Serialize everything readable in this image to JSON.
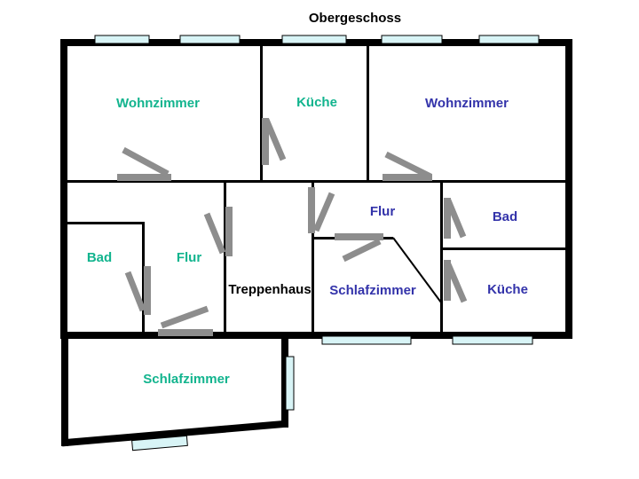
{
  "title": {
    "text": "Obergeschoss",
    "color": "#000000"
  },
  "colors": {
    "wall": "#000000",
    "door_gray": "#8d8d8d",
    "window_fill": "#d8f4f6",
    "label_teal": "#12b48e",
    "label_blue": "#3333aa",
    "label_black": "#000000"
  },
  "rooms": {
    "wohnzimmer_top_left": {
      "label": "Wohnzimmer",
      "color": "#12b48e"
    },
    "kueche_top": {
      "label": "Küche",
      "color": "#12b48e"
    },
    "wohnzimmer_top_right": {
      "label": "Wohnzimmer",
      "color": "#3333aa"
    },
    "flur_right": {
      "label": "Flur",
      "color": "#3333aa"
    },
    "bad_right": {
      "label": "Bad",
      "color": "#3333aa"
    },
    "bad_left": {
      "label": "Bad",
      "color": "#12b48e"
    },
    "flur_left": {
      "label": "Flur",
      "color": "#12b48e"
    },
    "treppenhaus": {
      "label": "Treppenhaus",
      "color": "#000000"
    },
    "schlafzimmer_middle": {
      "label": "Schlafzimmer",
      "color": "#3333aa"
    },
    "kueche_right": {
      "label": "Küche",
      "color": "#3333aa"
    },
    "schlafzimmer_annex": {
      "label": "Schlafzimmer",
      "color": "#12b48e"
    }
  }
}
